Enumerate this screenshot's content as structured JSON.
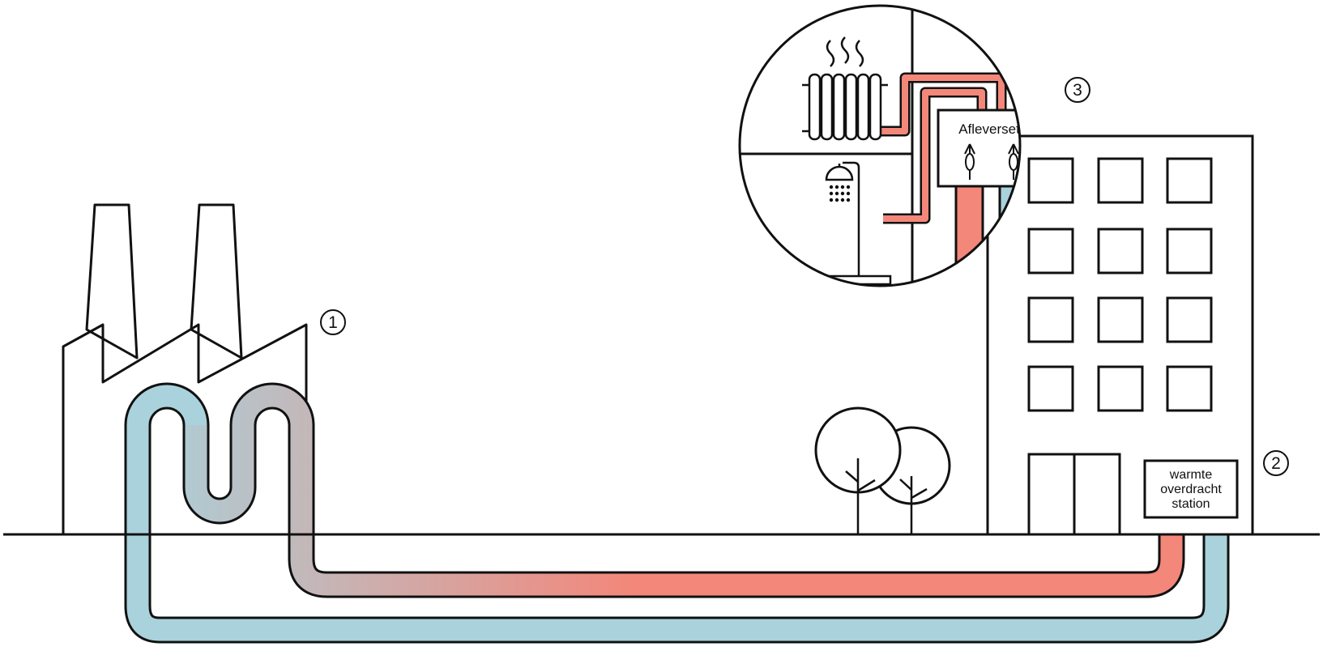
{
  "colors": {
    "hot": "#f3877a",
    "cold": "#a9d2dc",
    "outline": "#111111",
    "background": "#ffffff"
  },
  "labels": {
    "source_number": "1",
    "station_number": "2",
    "delivery_number": "3",
    "delivery_set": "Afleverset",
    "station_line1": "warmte",
    "station_line2": "overdracht",
    "station_line3": "station"
  },
  "icons": [
    "factory-icon",
    "tree-icon",
    "apartment-building-icon",
    "radiator-icon",
    "shower-icon",
    "tap-icon"
  ]
}
